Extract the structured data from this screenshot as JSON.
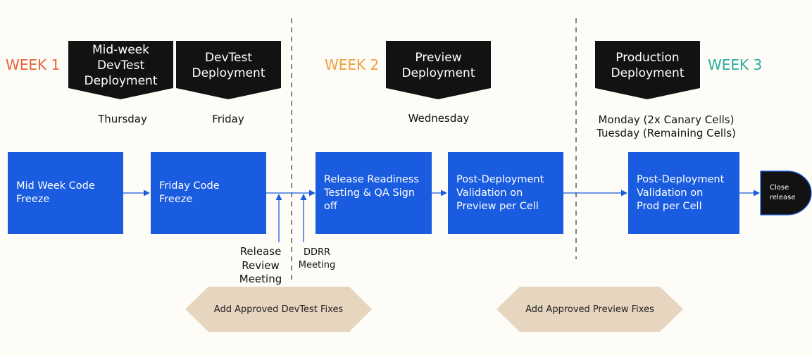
{
  "weeks": {
    "w1": {
      "label": "WEEK 1",
      "color": "#e8643c"
    },
    "w2": {
      "label": "WEEK 2",
      "color": "#f0a040"
    },
    "w3": {
      "label": "WEEK 3",
      "color": "#2aaea0"
    }
  },
  "stages": {
    "midweek": "Mid-week\nDevTest\nDeployment",
    "devtest": "DevTest\nDeployment",
    "preview": "Preview\nDeployment",
    "production": "Production\nDeployment"
  },
  "days": {
    "thursday": "Thursday",
    "friday": "Friday",
    "wednesday": "Wednesday",
    "mondaytuesday": "Monday (2x Canary Cells)\nTuesday (Remaining Cells)"
  },
  "steps": {
    "midweek_freeze": "Mid Week Code\nFreeze",
    "friday_freeze": "Friday Code\nFreeze",
    "readiness": "Release Readiness\nTesting & QA Sign\noff",
    "preview_validation": "Post-Deployment\nValidation on\nPreview per Cell",
    "prod_validation": "Post-Deployment\nValidation on\nProd per Cell",
    "close": "Close\nrelease"
  },
  "meetings": {
    "release_review": "Release\nReview\nMeeting",
    "ddrr": "DDRR\nMeeting"
  },
  "fixes": {
    "devtest": "Add Approved DevTest Fixes",
    "preview": "Add Approved Preview Fixes"
  },
  "colors": {
    "step_blue": "#1a5ce0",
    "stage_black": "#121212",
    "fix_beige": "#e6d5bf",
    "background": "#fdfcf6"
  }
}
